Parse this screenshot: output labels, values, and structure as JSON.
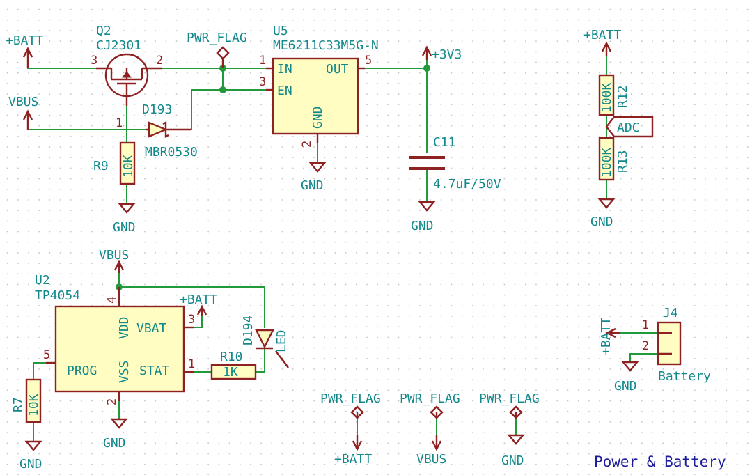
{
  "sheet_title": "Power & Battery",
  "colors": {
    "wire": "#22993a",
    "component": "#8e2121",
    "label": "#13898c",
    "body_fill": "#fffdc2",
    "title": "#1b1b9c"
  },
  "q2": {
    "ref": "Q2",
    "value": "CJ2301",
    "pins": {
      "p1": "1",
      "p2": "2",
      "p3": "3"
    }
  },
  "u5": {
    "ref": "U5",
    "value": "ME6211C33M5G-N",
    "pin_names": {
      "in": "IN",
      "en": "EN",
      "gnd": "GND",
      "out": "OUT"
    },
    "pins": {
      "p1": "1",
      "p2": "2",
      "p3": "3",
      "p5": "5"
    }
  },
  "d193": {
    "ref": "D193",
    "value": "MBR0530"
  },
  "r9": {
    "ref": "R9",
    "value": "10K"
  },
  "c11": {
    "ref": "C11",
    "value": "4.7uF/50V"
  },
  "r12": {
    "ref": "R12",
    "value": "100K"
  },
  "r13": {
    "ref": "R13",
    "value": "100K"
  },
  "adc_label": "ADC",
  "u2": {
    "ref": "U2",
    "value": "TP4054",
    "pin_names": {
      "vdd": "VDD",
      "vss": "VSS",
      "vbat": "VBAT",
      "prog": "PROG",
      "stat": "STAT"
    },
    "pins": {
      "p1": "1",
      "p2": "2",
      "p3": "3",
      "p4": "4",
      "p5": "5"
    }
  },
  "d194": {
    "ref": "D194",
    "value": "LED"
  },
  "r10": {
    "ref": "R10",
    "value": "1K"
  },
  "r7": {
    "ref": "R7",
    "value": "10K"
  },
  "j4": {
    "ref": "J4",
    "value": "Battery",
    "pins": {
      "p1": "1",
      "p2": "2"
    }
  },
  "nets": {
    "batt": "+BATT",
    "vbus": "VBUS",
    "gnd": "GND",
    "v33": "+3V3",
    "pwr_flag": "PWR_FLAG"
  }
}
